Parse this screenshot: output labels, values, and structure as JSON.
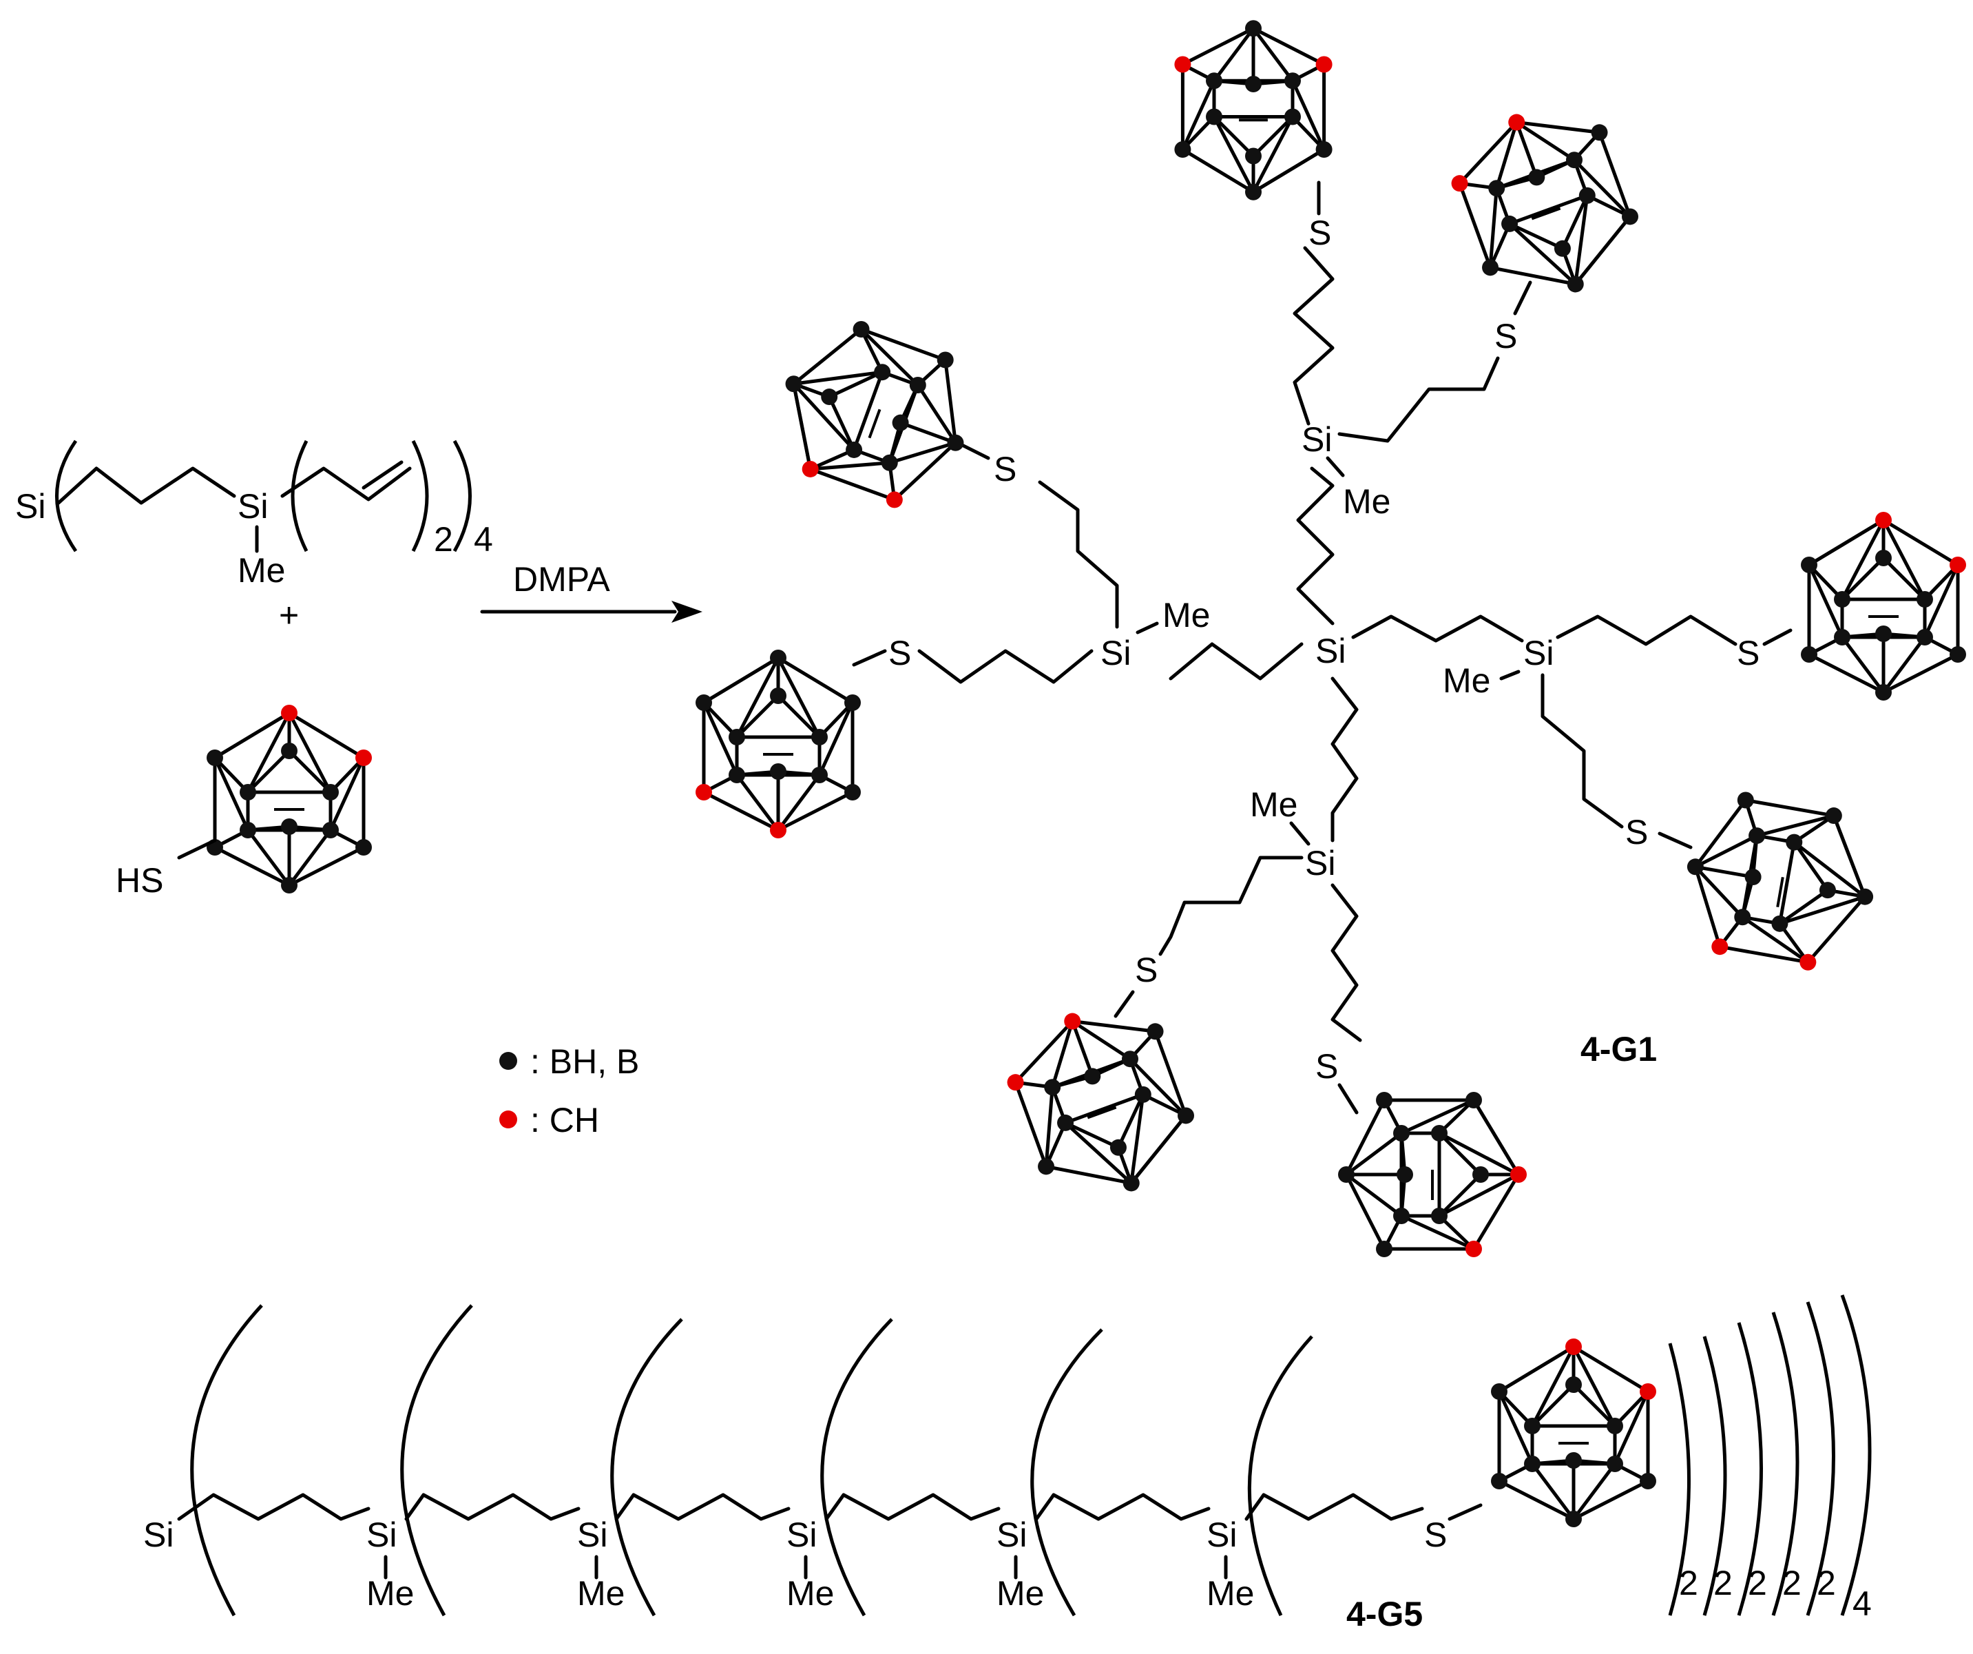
{
  "reagent": {
    "core_atom": "Si",
    "branch_atom": "Si",
    "branch_substituent": "Me",
    "subscript_inner": "2",
    "subscript_outer": "4",
    "plus": "+",
    "thiol_label": "HS"
  },
  "reaction": {
    "arrow_label": "DMPA"
  },
  "legend": {
    "black_label": ": BH, B",
    "red_label": ": CH",
    "black_color": "#111111",
    "red_color": "#e60000"
  },
  "product_g1": {
    "label": "4-G1",
    "core_atom": "Si",
    "branch_atom": "Si",
    "methyl": "Me",
    "sulfur": "S"
  },
  "product_g5": {
    "label": "4-G5",
    "core_atom": "Si",
    "branch_atom": "Si",
    "methyl": "Me",
    "sulfur": "S",
    "subscripts": [
      "2",
      "2",
      "2",
      "2",
      "2",
      "4"
    ]
  }
}
